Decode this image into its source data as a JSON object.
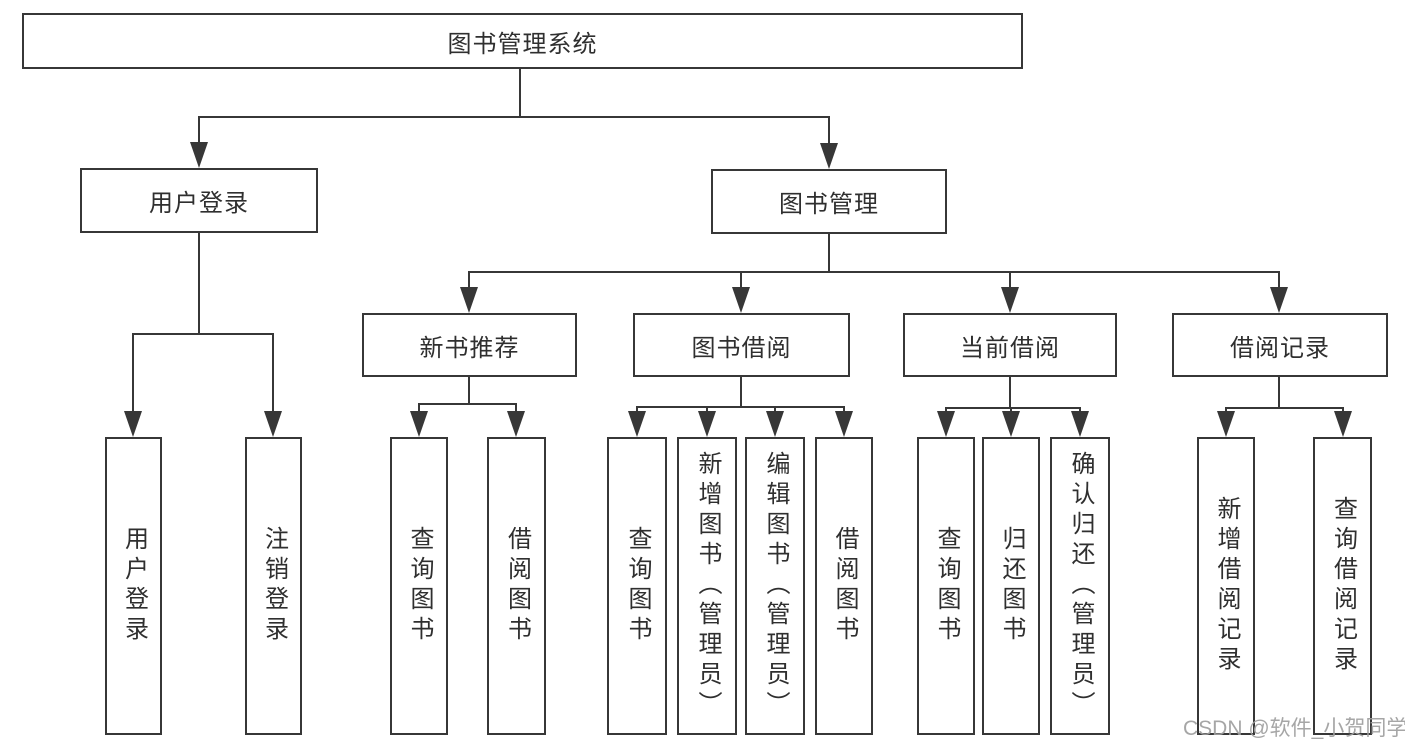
{
  "page": {
    "background": "#ffffff"
  },
  "colors": {
    "line": "#373737",
    "text": "#2f2f2f",
    "node_fill": "#ffffff",
    "watermark_text": "#9e9e9e"
  },
  "tree": {
    "root": "图书管理系统",
    "children": [
      {
        "label": "用户登录",
        "children": [
          {
            "label": "用户登录"
          },
          {
            "label": "注销登录"
          }
        ]
      },
      {
        "label": "图书管理",
        "children": [
          {
            "label": "新书推荐",
            "children": [
              {
                "label": "查询图书"
              },
              {
                "label": "借阅图书"
              }
            ]
          },
          {
            "label": "图书借阅",
            "children": [
              {
                "label": "查询图书"
              },
              {
                "label": "新增图书（管理员）"
              },
              {
                "label": "编辑图书（管理员）"
              },
              {
                "label": "借阅图书"
              }
            ]
          },
          {
            "label": "当前借阅",
            "children": [
              {
                "label": "查询图书"
              },
              {
                "label": "归还图书"
              },
              {
                "label": "确认归还（管理员）"
              }
            ]
          },
          {
            "label": "借阅记录",
            "children": [
              {
                "label": "新增借阅记录"
              },
              {
                "label": "查询借阅记录"
              }
            ]
          }
        ]
      }
    ]
  },
  "watermark": {
    "text": "CSDN @软件_小贺同学"
  }
}
